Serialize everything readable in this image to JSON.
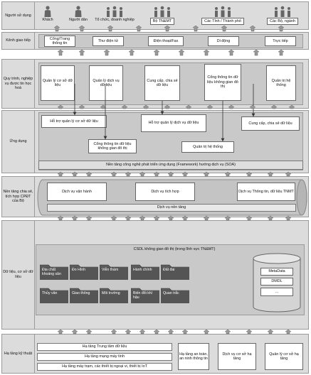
{
  "layers": {
    "users": "Người sử dụng",
    "channels": "Kênh giao tiếp",
    "processes": "Quy trình, nghiệp vụ được tin học hoá",
    "apps": "Ứng dụng",
    "platform": "Nền tảng chia sẻ, tích hợp CPĐT của Bộ",
    "data": "Dữ liệu, cơ sở dữ liệu",
    "infra": "Hạ tầng kỹ thuật"
  },
  "users": {
    "guest": "Khách",
    "citizen": "Người dân",
    "org": "Tổ chức, doanh nghiệp",
    "moitr": "Bộ TN&MT",
    "province": "Các Tỉnh / Thành phố",
    "ministries": "Các Bộ, ngành"
  },
  "channels": {
    "portal": "Cổng/Trang thông tin",
    "email": "Thư điện tử",
    "phone": "Điện thoại/Fax",
    "mobile": "Di động",
    "direct": "Trực tiếp"
  },
  "processes": {
    "p1": "Quản lý cơ sở dữ liệu",
    "p2": "Quản lý dịch vụ dữ liệu",
    "p3": "Cung cấp, chia sẻ dữ liệu",
    "p4": "Cổng thông tin dữ liệu không gian đô thị",
    "p5": "Quản trị hệ thống"
  },
  "apps": {
    "a1": "Hỗ trợ quản lý cơ sở dữ liệu",
    "a2": "Hỗ trợ quản lý dịch vụ dữ liệu",
    "a3": "Cung cấp, chia sẻ dữ liệu",
    "a4": "Cổng thông tin dữ liệu không gian đô thị",
    "a5": "Quản trị hệ thống",
    "soa": "Nền tảng công nghệ phát triển ứng dụng (Framework) hướng dịch vụ (SOA)"
  },
  "platform": {
    "s1": "Dịch vụ vận hành",
    "s2": "Dịch vụ tích hợp",
    "s3": "Dịch vụ Thông tin, dữ liệu TNMT",
    "base": "Dịch vụ nền tảng"
  },
  "data": {
    "title": "CSDL không gian đô thị (trong lĩnh vực TN&MT)",
    "folders": [
      "Địa chất khoáng sản",
      "Đo Hình",
      "Viễn thám",
      "Hành chính",
      "Đất đai",
      "Thủy văn",
      "Giao thông",
      "Môi trường",
      "Biến đổi khí hậu",
      "Quan trắc"
    ],
    "db": [
      "MetaData",
      "DMDL",
      "..."
    ]
  },
  "infra": {
    "i1": "Hạ tầng Trung tâm dữ liệu",
    "i2": "Hạ tầng mạng máy tính",
    "i3": "Hạ tầng máy trạm, các thiết bị ngoại vi, thiết bị IoT",
    "i4": "Hạ tầng an toàn, an ninh thông tin",
    "i5": "Dịch vụ cơ sở hạ tầng",
    "i6": "Quản lý cơ sở hạ tầng"
  },
  "colors": {
    "band": "#dcdcdc",
    "inner": "#c9c9c9",
    "platform": "#c4c4c4",
    "folder": "#5a5a5a",
    "db": "#cfcfcf"
  }
}
